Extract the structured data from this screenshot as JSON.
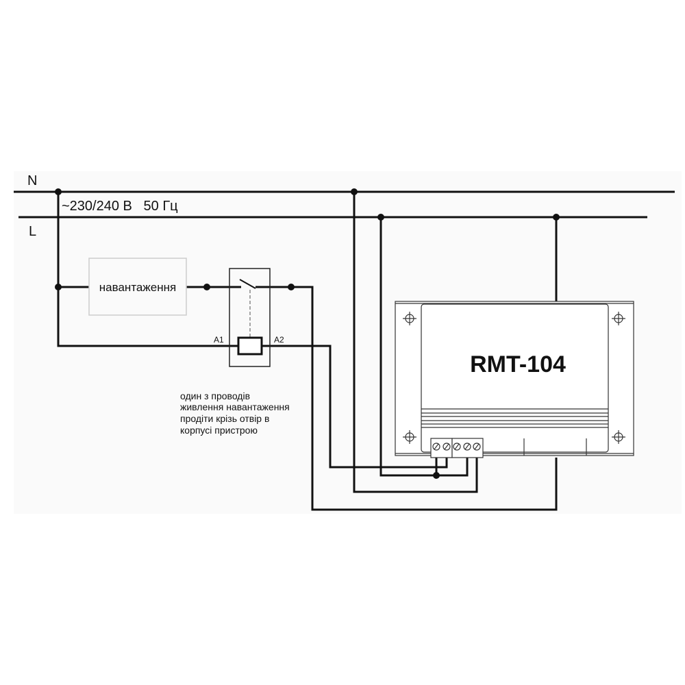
{
  "lines": {
    "neutral": "N",
    "live": "L"
  },
  "supply": "~230/240 В   50 Гц",
  "load_label": "навантаження",
  "relay": {
    "a1": "A1",
    "a2": "A2"
  },
  "device_name": "RMT-104",
  "note": [
    "один з проводів",
    "живлення навантаження",
    "продіти крізь отвір в",
    "корпусі пристрою"
  ],
  "colors": {
    "wire": "#111111",
    "load_border": "#cccccc",
    "background": "#fafafa"
  }
}
